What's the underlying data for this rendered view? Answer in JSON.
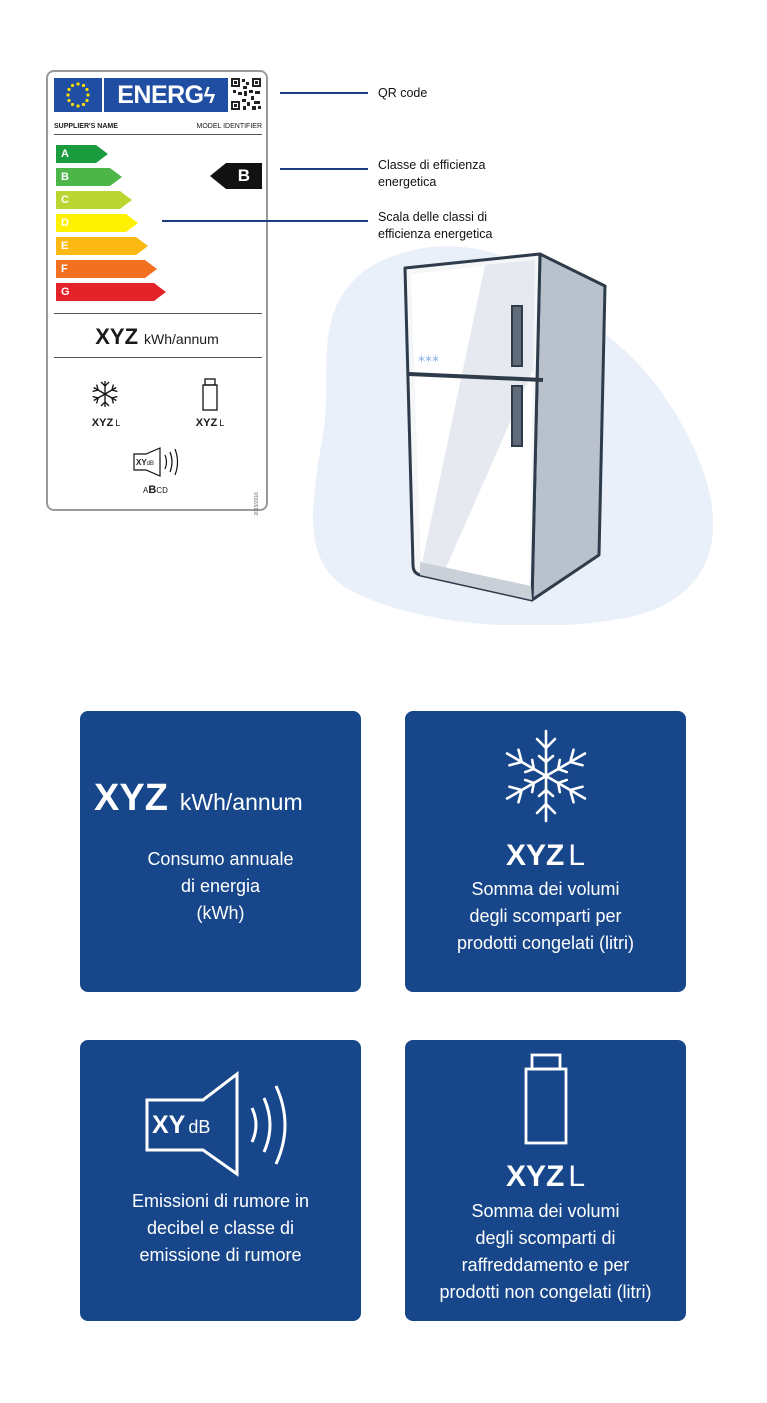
{
  "label": {
    "energy_word": "ENERG",
    "supplier_name": "SUPPLIER'S NAME",
    "model_identifier": "MODEL IDENTIFIER",
    "classes": [
      "A",
      "B",
      "C",
      "D",
      "E",
      "F",
      "G"
    ],
    "class_colors": [
      "#1a9b3d",
      "#4cb648",
      "#bcd631",
      "#fff200",
      "#fdb913",
      "#f37021",
      "#e3222a"
    ],
    "current_class": "B",
    "kwh_value": "XYZ",
    "kwh_unit": "kWh/annum",
    "freezer_value": "XYZ",
    "freezer_unit": "L",
    "fridge_value": "XYZ",
    "fridge_unit": "L",
    "noise_value": "XY",
    "noise_unit": "dB",
    "noise_classes": [
      "A",
      "B",
      "C",
      "D"
    ],
    "noise_selected": "B",
    "regulation": "2019/2016"
  },
  "callouts": {
    "qr": "QR code",
    "class": "Classe di efficienza energetica",
    "scale": "Scala delle classi di efficienza energetica"
  },
  "fridge": {
    "freezer_marks": "***"
  },
  "cards": {
    "energy": {
      "value": "XYZ",
      "unit": "kWh/annum",
      "desc": [
        "Consumo annuale",
        "di energia",
        "(kWh)"
      ]
    },
    "freezer": {
      "value": "XYZ",
      "unit": "L",
      "desc": [
        "Somma dei volumi",
        "degli scomparti per",
        "prodotti congelati (litri)"
      ]
    },
    "noise": {
      "value": "XY",
      "unit": "dB",
      "desc": [
        "Emissioni di rumore in",
        "decibel e classe di",
        "emissione di rumore"
      ]
    },
    "fridge": {
      "value": "XYZ",
      "unit": "L",
      "desc": [
        "Somma dei volumi",
        "degli scomparti di",
        "raffreddamento e per",
        "prodotti non congelati (litri)"
      ]
    }
  },
  "colors": {
    "card_bg": "#17478a",
    "label_blue": "#1f4ea3",
    "blob": "#eaf0f9",
    "callout_line": "#1b3e82"
  }
}
